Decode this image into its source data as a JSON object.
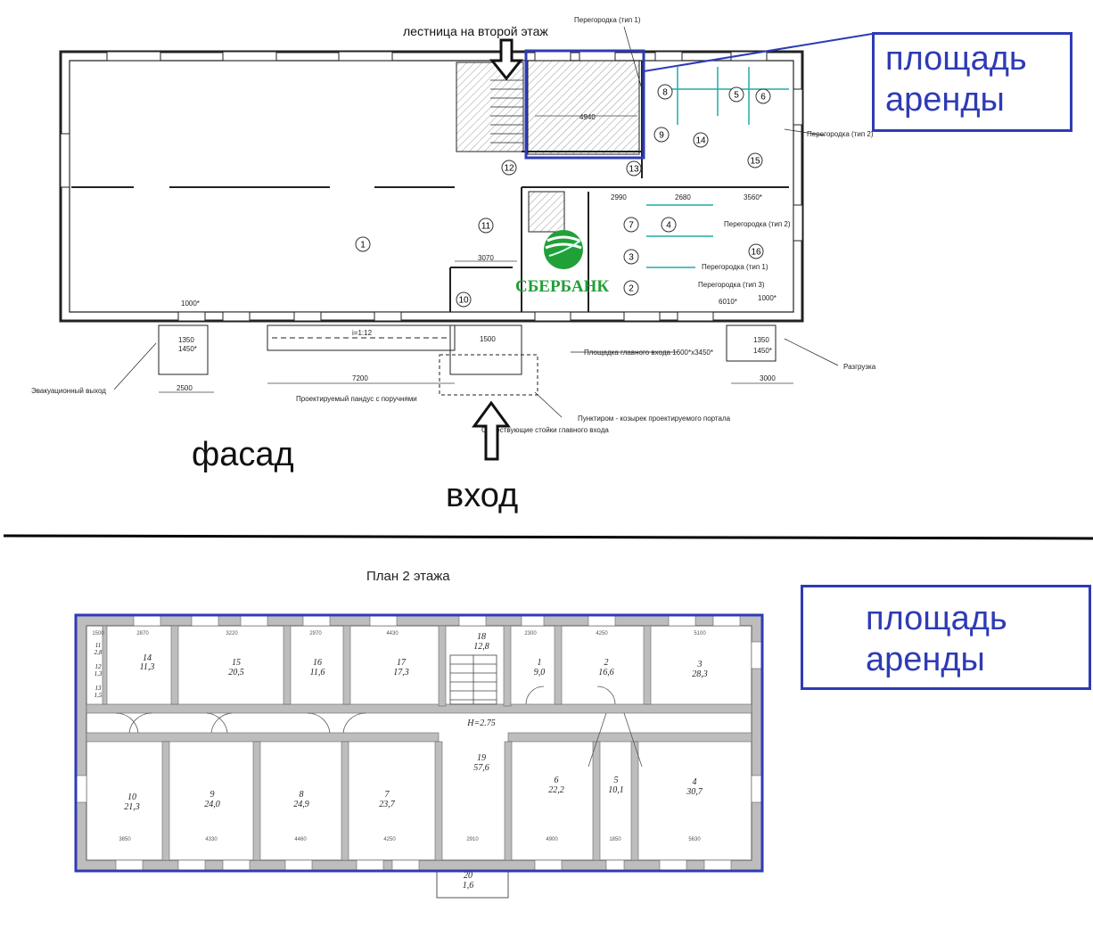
{
  "floor1": {
    "stair_label": "лестница на второй этаж",
    "facade_label": "фасад",
    "entrance_label": "вход",
    "bank_name": "СБЕРБАНК",
    "room_numbers": [
      "1",
      "2",
      "3",
      "4",
      "5",
      "6",
      "7",
      "8",
      "9",
      "10",
      "11",
      "12",
      "13",
      "14",
      "15",
      "16"
    ],
    "notes": {
      "partition_type1": "Перегородка (тип 1)",
      "partition_type2": "Перегородка (тип 2)",
      "partition_type3": "Перегородка (тип 3)",
      "evac_exit": "Эвакуационный выход",
      "ramp": "Проектируемый пандус с поручнями",
      "main_entrance_area": "Площадка главного входа 1600*x3450*",
      "canopy": "Пунктиром - козырек проектируемого портала",
      "posts": "Существующие стойки главного входа",
      "unloading": "Разгрузка",
      "slope": "i=1:12"
    },
    "dims": {
      "d4940": "4940",
      "d3070": "3070",
      "d7200": "7200",
      "d2500": "2500",
      "d3000": "3000",
      "d1350": "1350",
      "d1450": "1450*",
      "d1000": "1000*",
      "d1500": "1500",
      "d6010": "6010*",
      "d3560": "3560*",
      "d2990": "2990",
      "d2680": "2680"
    },
    "rent_area_label": [
      "площадь",
      "аренды"
    ]
  },
  "floor2": {
    "title": "План 2 этажа",
    "height_label": "H=2.75",
    "rent_area_label": [
      "площадь",
      "аренды"
    ],
    "rooms": [
      {
        "num": "14",
        "area": "11,3"
      },
      {
        "num": "15",
        "area": "20,5"
      },
      {
        "num": "16",
        "area": "11,6"
      },
      {
        "num": "17",
        "area": "17,3"
      },
      {
        "num": "18",
        "area": "12,8"
      },
      {
        "num": "1",
        "area": "9,0"
      },
      {
        "num": "2",
        "area": "16,6"
      },
      {
        "num": "3",
        "area": "28,3"
      },
      {
        "num": "10",
        "area": "21,3"
      },
      {
        "num": "9",
        "area": "24,0"
      },
      {
        "num": "8",
        "area": "24,9"
      },
      {
        "num": "7",
        "area": "23,7"
      },
      {
        "num": "19",
        "area": "57,6"
      },
      {
        "num": "6",
        "area": "22,2"
      },
      {
        "num": "5",
        "area": "10,1"
      },
      {
        "num": "4",
        "area": "30,7"
      },
      {
        "num": "20",
        "area": "1,6"
      },
      {
        "num": "11",
        "area": "2,8"
      },
      {
        "num": "12",
        "area": "1,3"
      },
      {
        "num": "13",
        "area": "1,5"
      }
    ],
    "dims_top": [
      "1500",
      "2870",
      "3220",
      "2970",
      "4430",
      "2300",
      "4250",
      "5100"
    ],
    "dims_bottom": [
      "3850",
      "4330",
      "4460",
      "4250",
      "2910",
      "4900",
      "1850",
      "5630"
    ]
  }
}
